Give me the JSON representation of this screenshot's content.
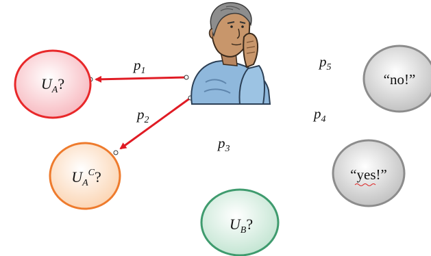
{
  "nodes": {
    "ua": {
      "label": "U",
      "sub": "A",
      "suffix": "?",
      "stroke": "#e8282a",
      "fill_edge": "#f7b5bc"
    },
    "uac": {
      "label": "U",
      "sub": "A",
      "sup": "C",
      "suffix": "?",
      "stroke": "#ee7b2d",
      "fill_edge": "#fbd2ae"
    },
    "ub": {
      "label": "U",
      "sub": "B",
      "suffix": "?",
      "stroke": "#3f9b6e",
      "fill_edge": "#bfe3cf"
    },
    "no": {
      "text": "“no!”",
      "stroke": "#8c8c8c",
      "fill_edge": "#bdbdbd"
    },
    "yes": {
      "text": "“yes!”",
      "stroke": "#8c8c8c",
      "fill_edge": "#bdbdbd"
    }
  },
  "edge_labels": {
    "p1": {
      "main": "p",
      "sub": "1"
    },
    "p2": {
      "main": "p",
      "sub": "2"
    },
    "p3": {
      "main": "p",
      "sub": "3"
    },
    "p4": {
      "main": "p",
      "sub": "4"
    },
    "p5": {
      "main": "p",
      "sub": "5"
    }
  },
  "colors": {
    "arrow": "#e01b24"
  },
  "icons": {
    "thinker": "thinking-person-icon"
  }
}
